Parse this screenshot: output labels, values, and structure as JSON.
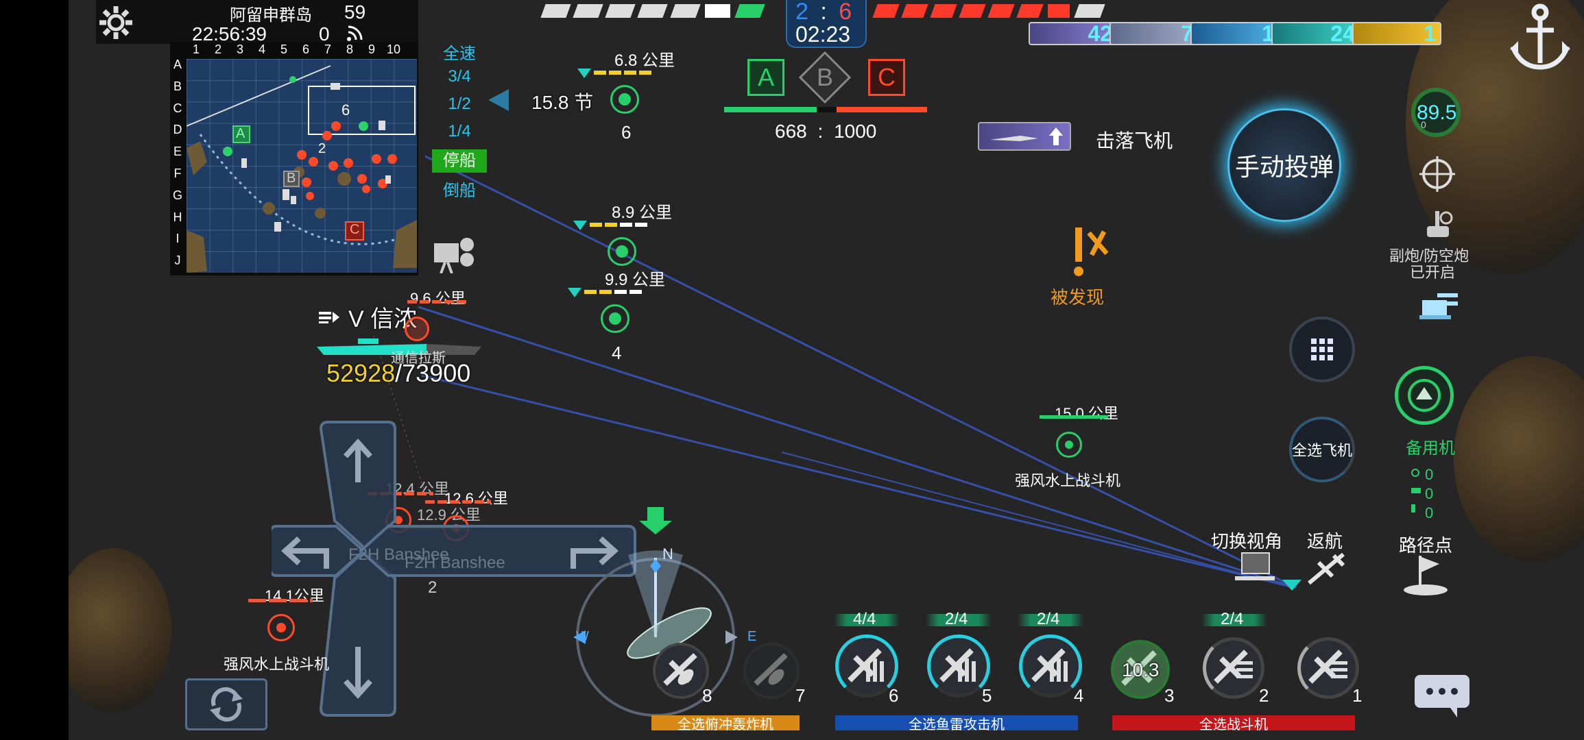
{
  "minimap": {
    "location": "阿留申群岛",
    "clock": "22:56:39",
    "fps": "59",
    "ping": "0",
    "cols": [
      "1",
      "2",
      "3",
      "4",
      "5",
      "6",
      "7",
      "8",
      "9",
      "10"
    ],
    "rows": [
      "A",
      "B",
      "C",
      "D",
      "E",
      "F",
      "G",
      "H",
      "I",
      "J"
    ],
    "marker_a": "A",
    "marker_b": "B",
    "marker_c": "C",
    "marker_6": "6",
    "marker_2": "2"
  },
  "speed_menu": {
    "items": [
      "全速",
      "3/4",
      "1/2",
      "1/4",
      "停船",
      "倒船"
    ],
    "active": "停船",
    "current_speed": "15.8 节"
  },
  "score": {
    "team_a": "2",
    "separator": ":",
    "team_b": "6",
    "timer": "02:23",
    "point_a": "A",
    "point_b": "B",
    "point_c": "C",
    "points_left": "668",
    "points_sep": ":",
    "points_right": "1000"
  },
  "ammo_badges": [
    {
      "name": "badge-1",
      "value": "42"
    },
    {
      "name": "badge-2",
      "value": "7"
    },
    {
      "name": "badge-3",
      "value": "1"
    },
    {
      "name": "badge-4",
      "value": "24"
    },
    {
      "name": "badge-5",
      "value": "1"
    }
  ],
  "kill_feed": {
    "text": "击落飞机"
  },
  "manual_drop": {
    "label": "手动投弹"
  },
  "right_panel": {
    "gauge_value": "89.5",
    "gauge_sub": "0",
    "secondary_guns": "副炮/防空炮",
    "secondary_guns_state": "已开启",
    "select_all_planes": "全选飞机",
    "reserve_planes": "备用机",
    "reserve_counts": [
      "0",
      "0",
      "0"
    ],
    "switch_view": "切换视角",
    "return": "返航",
    "waypoint": "路径点"
  },
  "detected": {
    "label": "被发现"
  },
  "ship": {
    "name": "V 信浓",
    "hp_current": "52928",
    "hp_sep": "/",
    "hp_max": "73900",
    "dist": "9.6 公里",
    "overlay_text": "通信拉斯"
  },
  "squadrons": [
    {
      "dist": "6.8 公里",
      "count": "6"
    },
    {
      "dist": "8.9 公里",
      "count": ""
    },
    {
      "dist": "9.9 公里",
      "count": "4"
    }
  ],
  "enemy_fighter": {
    "dist": "15.0 公里",
    "label": "强风水上战斗机"
  },
  "enemy_fighter_left": {
    "dist": "14.1公里",
    "label": "强风水上战斗机"
  },
  "left_enemies": [
    {
      "dist": "12.4 公里"
    },
    {
      "dist": "12.6 公里"
    },
    {
      "dist": "12.9 公里"
    }
  ],
  "left_labels": {
    "a": "F2H Banshee",
    "b": "F2H Banshee",
    "count": "2"
  },
  "compass": {
    "n": "N",
    "w": "W",
    "e": "E"
  },
  "carrier_slots": [
    {
      "ratio": "",
      "count": "8"
    },
    {
      "ratio": "",
      "count": "7"
    },
    {
      "ratio": "4/4",
      "count": "6"
    },
    {
      "ratio": "2/4",
      "count": "5"
    },
    {
      "ratio": "2/4",
      "count": "4"
    },
    {
      "ratio": "",
      "count": "3",
      "timer": "10.3"
    },
    {
      "ratio": "2/4",
      "count": "2"
    },
    {
      "ratio": "",
      "count": "1"
    }
  ],
  "group_buttons": {
    "dive": "全选俯冲轰炸机",
    "torpedo": "全选鱼雷攻击机",
    "fighter": "全选战斗机"
  },
  "colors": {
    "friendly": "#27d06a",
    "enemy": "#ff4a2a",
    "accent": "#24c6f2",
    "dive_bar": "#d98a16",
    "torpedo_bar": "#174fb0",
    "fighter_bar": "#c4151b"
  }
}
